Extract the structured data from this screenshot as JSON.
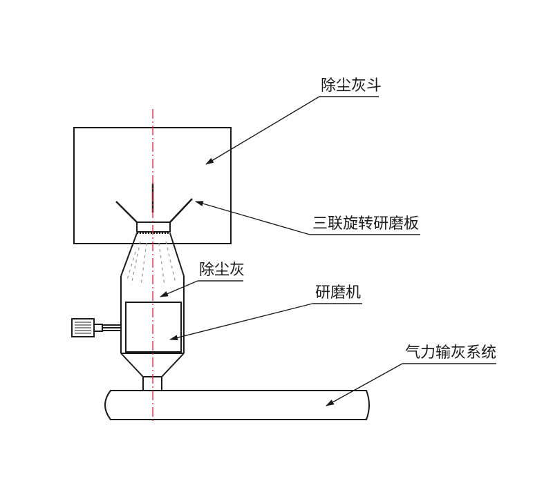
{
  "labels": {
    "dust_hopper": "除尘灰斗",
    "grinding_plates": "三联旋转研磨板",
    "dust_ash": "除尘灰",
    "grinder": "研磨机",
    "pneumatic_conveying": "气力输灰系统"
  },
  "colors": {
    "line": "#1a1a1a",
    "centerline": "#d0202a",
    "ash_dash": "#9a9a9a",
    "background": "#ffffff"
  }
}
